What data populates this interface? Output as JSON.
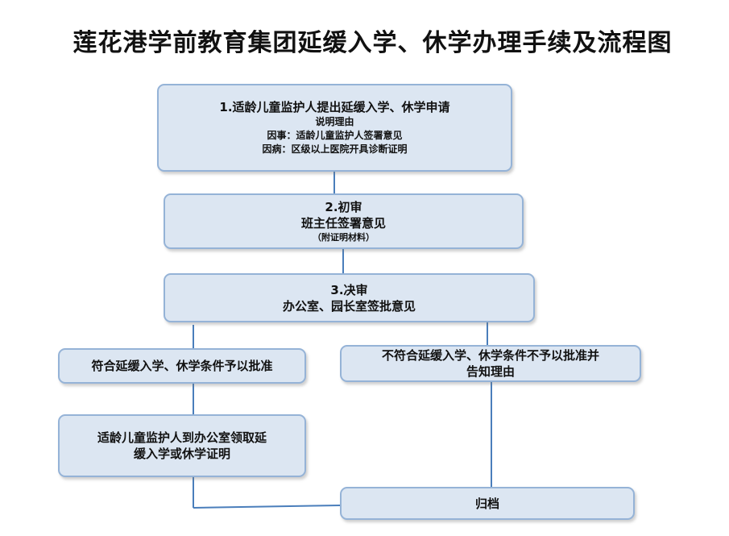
{
  "title": "莲花港学前教育集团延缓入学、休学办理手续及流程图",
  "step1": {
    "line1": "1.适龄儿童监护人提出延缓入学、休学申请",
    "line2": "说明理由",
    "line3": "因事：适龄儿童监护人签署意见",
    "line4": "因病：区级以上医院开具诊断证明"
  },
  "step2": {
    "line1": "2.初审",
    "line2": "班主任签署意见",
    "line3": "（附证明材料）"
  },
  "step3": {
    "line1": "3.决审",
    "line2": "办公室、园长室签批意见"
  },
  "approve": {
    "text": "符合延缓入学、休学条件予以批准"
  },
  "reject": {
    "line1": "不符合延缓入学、休学条件不予以批准并",
    "line2": "告知理由"
  },
  "collect": {
    "line1": "适龄儿童监护人到办公室领取延",
    "line2": "缓入学或休学证明"
  },
  "archive": {
    "text": "归档"
  },
  "colors": {
    "box_fill": "#dce6f2",
    "box_border": "#95b3d7",
    "connector": "#4a7ebb"
  }
}
